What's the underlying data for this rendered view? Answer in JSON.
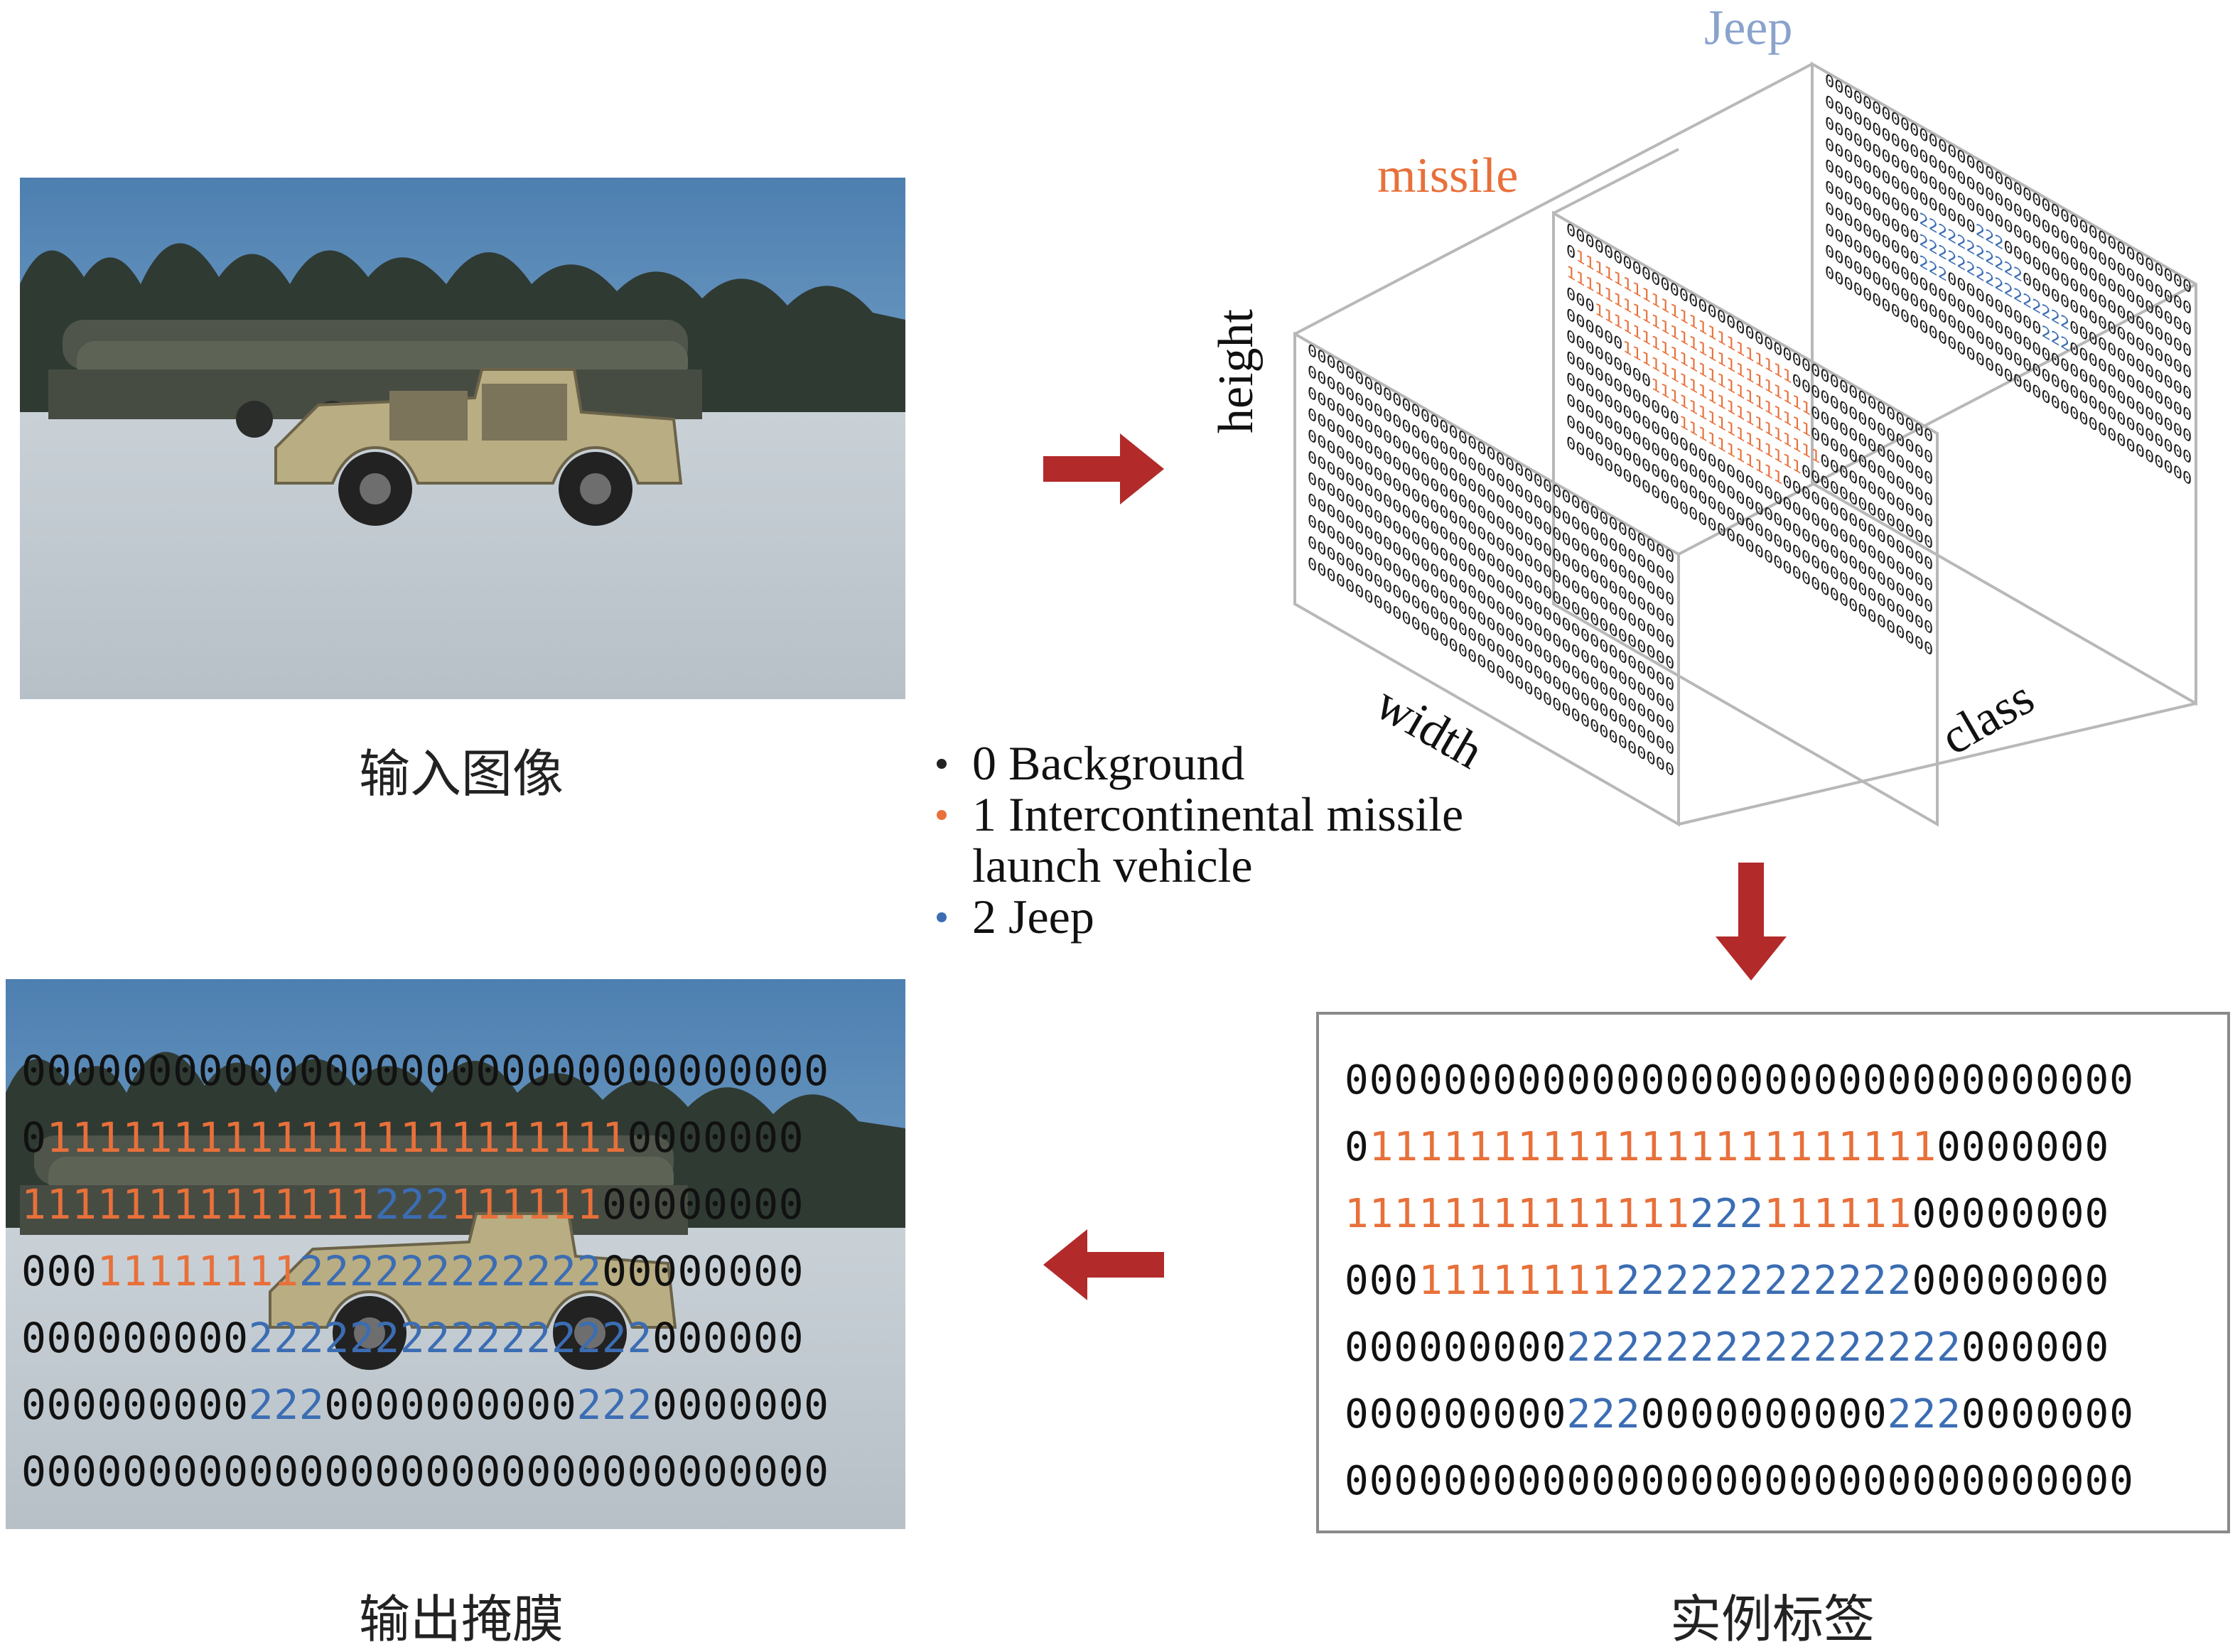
{
  "captions": {
    "input": "输入图像",
    "output": "输出掩膜",
    "label": "实例标签"
  },
  "diagram": {
    "missile_label": "missile",
    "jeep_label": "Jeep",
    "height_label": "height",
    "width_label": "width",
    "class_label": "class"
  },
  "legend": [
    {
      "text": "0 Background",
      "color": "#222222"
    },
    {
      "text": "1 Intercontinental missile",
      "cont": "launch vehicle",
      "color": "#e8703a"
    },
    {
      "text": "2 Jeep",
      "color": "#3b6db3"
    }
  ],
  "colors": {
    "background": "#111111",
    "missile": "#e8703a",
    "jeep": "#3b6db3",
    "arrow": "#b22a2a"
  },
  "label_grid": [
    [
      [
        "0",
        "00000000000000000000000000000000"
      ]
    ],
    [
      [
        "0",
        "0"
      ],
      [
        "1",
        "11111111111111111111111"
      ],
      [
        "0",
        "0000000"
      ]
    ],
    [
      [
        "1",
        "11111111111111"
      ],
      [
        "2",
        "222"
      ],
      [
        "1",
        "111111"
      ],
      [
        "0",
        "00000000"
      ]
    ],
    [
      [
        "0",
        "000"
      ],
      [
        "1",
        "11111111"
      ],
      [
        "2",
        "222222222222"
      ],
      [
        "0",
        "00000000"
      ]
    ],
    [
      [
        "0",
        "000000000"
      ],
      [
        "2",
        "2222222222222222"
      ],
      [
        "0",
        "000000"
      ]
    ],
    [
      [
        "0",
        "000000000"
      ],
      [
        "2",
        "222"
      ],
      [
        "0",
        "0000000000"
      ],
      [
        "2",
        "222"
      ],
      [
        "0",
        "0000000"
      ]
    ],
    [
      [
        "0",
        "00000000000000000000000000000000"
      ]
    ]
  ]
}
